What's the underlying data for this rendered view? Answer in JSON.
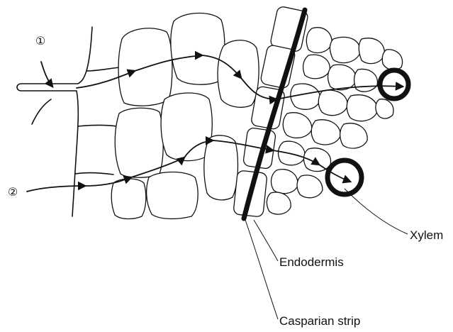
{
  "labels": {
    "path_one": "①",
    "path_two": "②",
    "xylem": "Xylem",
    "endodermis": "Endodermis",
    "casparian_strip": "Casparian strip"
  }
}
